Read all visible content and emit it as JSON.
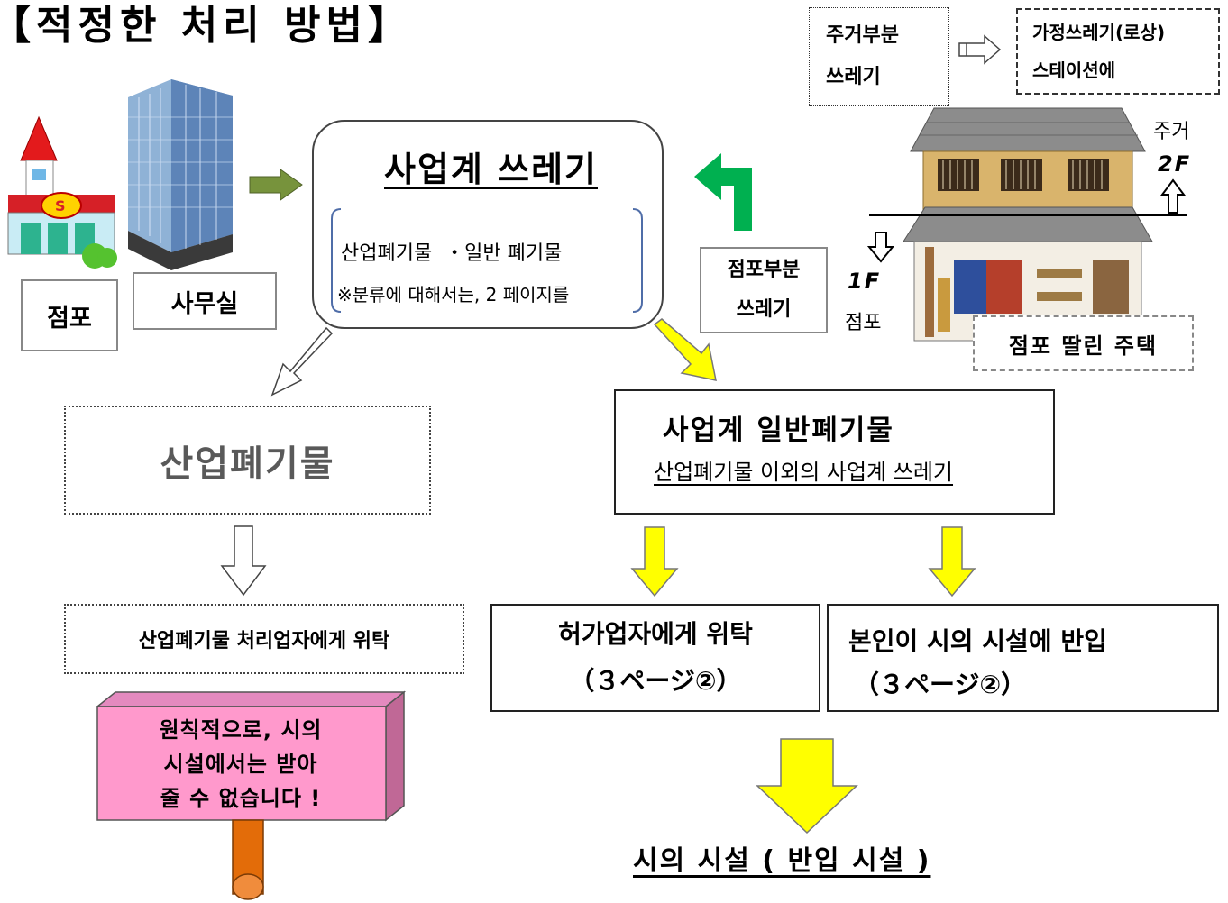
{
  "title": "【적정한 처리 방법】",
  "legend": {
    "residential_label_1": "주거부분",
    "residential_label_2": "쓰레기",
    "household_label_1": "가정쓰레기(로상)",
    "household_label_2": "스테이션에"
  },
  "shop_house": {
    "upper_label": "주거",
    "upper_floor": "2F",
    "lower_floor": "1F",
    "lower_label": "점포",
    "caption": "점포 딸린 주택"
  },
  "store_label": "점포",
  "office_label": "사무실",
  "shop_part": {
    "line1": "점포부분",
    "line2": "쓰레기"
  },
  "business_waste": {
    "title": "사업계 쓰레기",
    "items": "산업폐기물  ・일반 폐기물",
    "note": "※분류에 대해서는, 2 페이지를"
  },
  "industrial": {
    "title": "산업폐기물",
    "contractor": "산업폐기물 처리업자에게 위탁",
    "sign_line1": "원칙적으로, 시의",
    "sign_line2": "시설에서는 받아",
    "sign_line3": "줄 수 없습니다 !"
  },
  "general": {
    "title": "사업계 일반폐기물",
    "subtitle": "산업폐기물 이외의 사업계 쓰레기",
    "option1_line1": "허가업자에게 위탁",
    "option1_line2": "（３ページ②）",
    "option2_line1": "본인이 시의 시설에 반입",
    "option2_line2": "（３ページ②）",
    "final": "시의 시설 ( 반입 시설 )"
  },
  "colors": {
    "yellow_arrow": "#ffff00",
    "green_arrow": "#00b050",
    "olive_arrow": "#77933c",
    "sign_pink": "#ff99cc",
    "pole_orange": "#e36c09"
  }
}
